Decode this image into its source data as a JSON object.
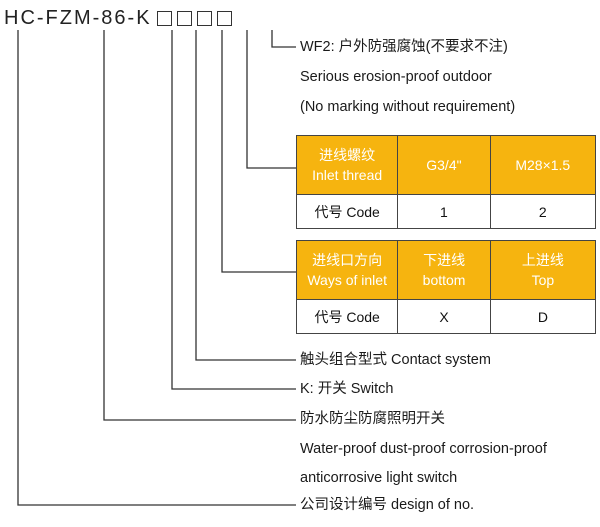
{
  "model": {
    "prefix": "HC-FZM-86-K"
  },
  "options": {
    "wf2_line1": "WF2: 户外防强腐蚀(不要求不注)",
    "wf2_line2": "Serious erosion-proof outdoor",
    "wf2_line3": "(No marking without requirement)"
  },
  "thread_table": {
    "header_cn": "进线螺纹",
    "header_en": "Inlet thread",
    "col1": "G3/4\"",
    "col2": "M28×1.5",
    "code_label": "代号 Code",
    "code1": "1",
    "code2": "2"
  },
  "inlet_table": {
    "header_cn": "进线口方向",
    "header_en": "Ways of inlet",
    "col1_cn": "下进线",
    "col1_en": "bottom",
    "col2_cn": "上进线",
    "col2_en": "Top",
    "code_label": "代号 Code",
    "code1": "X",
    "code2": "D"
  },
  "labels": {
    "contact": "触头组合型式 Contact system",
    "switch": "K: 开关 Switch",
    "product_cn": "防水防尘防腐照明开关",
    "product_en1": "Water-proof dust-proof corrosion-proof",
    "product_en2": "anticorrosive light switch",
    "design": "公司设计编号 design of no."
  },
  "colors": {
    "header_bg": "#f6b40f",
    "header_text": "#ffffff",
    "line": "#333333"
  }
}
